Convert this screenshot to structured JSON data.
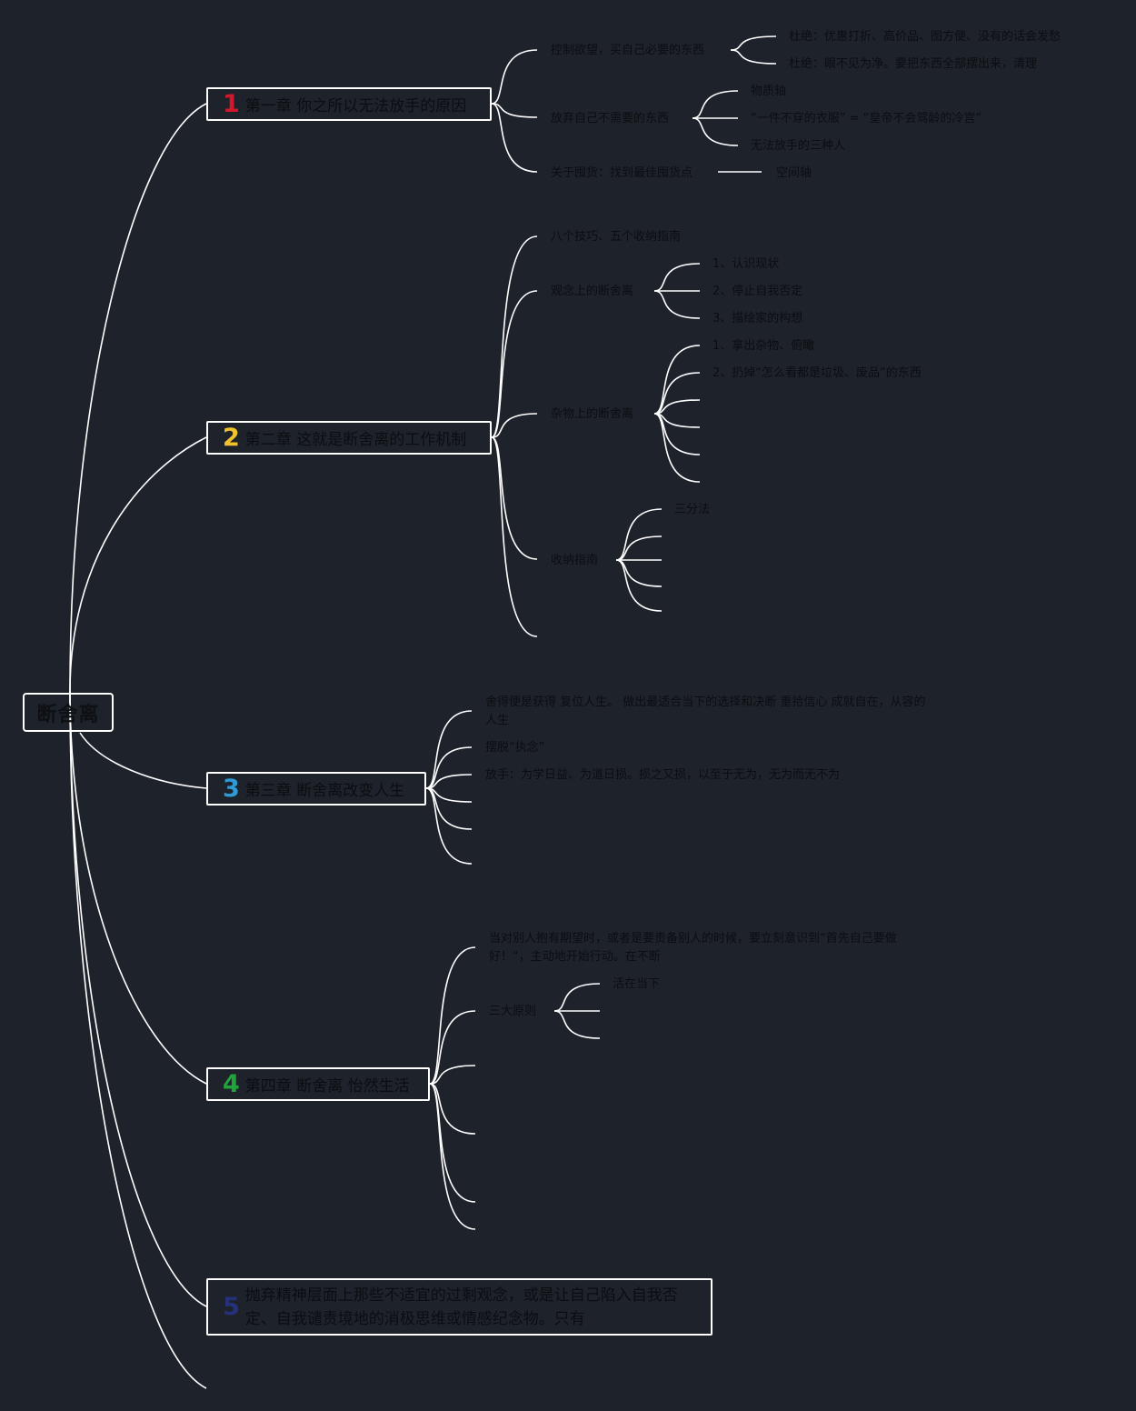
{
  "root": {
    "label": "断舍离"
  },
  "colors": {
    "background": "#1e222b",
    "lines": "#ffffff",
    "text": "#0b0d11",
    "num1": "#d0192d",
    "num2": "#f2c12e",
    "num3": "#2e9ad6",
    "num4": "#22a23a",
    "num5": "#25317a"
  },
  "chapters": [
    {
      "num": "1",
      "title": "第一章 你之所以无法放手的原因",
      "children": [
        {
          "label": "控制欲望，买自己必要的东西",
          "children": [
            "杜绝：优惠打折、高价品、图方便、没有的话会发愁",
            "杜绝：眼不见为净。要把东西全部摆出来，清理"
          ]
        },
        {
          "label": "放弃自己不需要的东西",
          "children": [
            "物质轴",
            "“一件不穿的衣服” = “皇帝不会驾龄的冷宫”",
            "无法放手的三种人"
          ]
        },
        {
          "label": "关于囤货：找到最佳囤货点",
          "children": [
            "空间轴"
          ]
        }
      ]
    },
    {
      "num": "2",
      "title": "第二章 这就是断舍离的工作机制",
      "children": [
        {
          "label": "八个技巧、五个收纳指南",
          "children": []
        },
        {
          "label": "观念上的断舍离",
          "children": [
            "1、认识现状",
            "2、停止自我否定",
            "3、描绘家的构想"
          ]
        },
        {
          "label": "杂物上的断舍离",
          "children": [
            "1、拿出杂物、俯瞰",
            "2、扔掉“怎么看都是垃圾、废品”的东西"
          ]
        },
        {
          "label": "收纳指南",
          "children": [
            "三分法"
          ]
        }
      ]
    },
    {
      "num": "3",
      "title": "第三章 断舍离改变人生",
      "children": [
        {
          "label": "舍得便是获得 复位人生。 做出最适合当下的选择和决断 重拾信心 成就自在，从容的人生"
        },
        {
          "label": "摆脱“执念”"
        },
        {
          "label": "放手：为学日益、为道日损。损之又损，以至于无为，无为而无不为"
        }
      ]
    },
    {
      "num": "4",
      "title": "第四章 断舍离 怡然生活",
      "children": [
        {
          "label": "当对别人抱有期望时，或者是要责备别人的时候，要立刻意识到“首先自己要做好！“，主动地开始行动。在不断"
        },
        {
          "label": "三大原则",
          "children": [
            "活在当下"
          ]
        }
      ]
    },
    {
      "num": "5",
      "title": "抛弃精神层面上那些不适宜的过剩观念，或是让自己陷入自我否定、自我谴责境地的消极思维或情感纪念物。只有"
    }
  ]
}
